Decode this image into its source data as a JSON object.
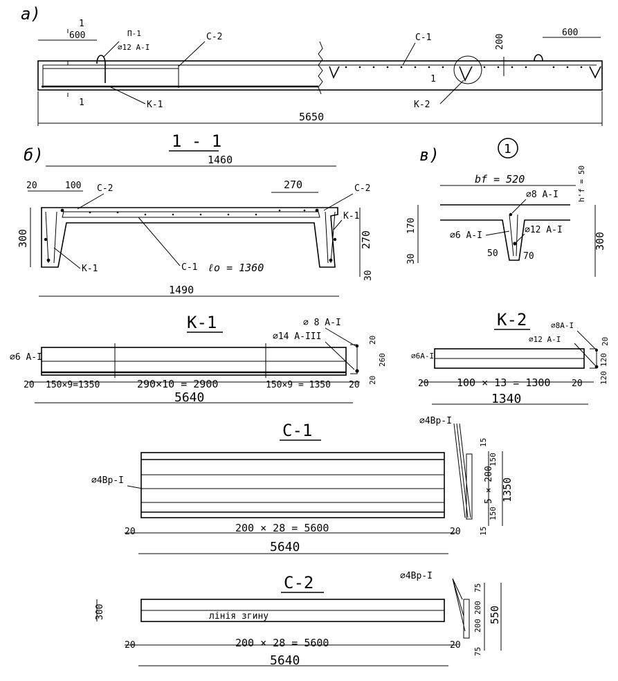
{
  "labels": {
    "a": "а)",
    "b": "б)",
    "v": "в)",
    "sec11": "1 - 1",
    "node1": "1",
    "k1": "К-1",
    "k2": "К-2",
    "c1": "С-1",
    "c2": "С-2"
  },
  "view_a": {
    "dim_total": "5650",
    "dim_600_left": "600",
    "dim_600_right": "600",
    "dim_200": "200",
    "cut_mark": "1",
    "p1": "П-1",
    "p1_bar": "⌀12 А-I",
    "c2": "С-2",
    "c1": "С-1",
    "k1": "К-1",
    "k2": "К-2",
    "node": "1"
  },
  "section_11": {
    "dim_1460": "1460",
    "dim_20": "20",
    "dim_100": "100",
    "dim_270_top": "270",
    "dim_300": "300",
    "dim_270_side": "270",
    "dim_30": "30",
    "dim_1490": "1490",
    "c2_left": "С-2",
    "c2_right": "С-2",
    "k1_right": "К-1",
    "k1_left": "К-1",
    "c1": "С-1",
    "l0": "ℓo = 1360"
  },
  "node_detail": {
    "bf": "bf = 520",
    "hf": "h'f = 50",
    "bar8": "⌀8 А-I",
    "bar6": "⌀6 А-I",
    "bar12": "⌀12 А-I",
    "dim_170": "170",
    "dim_30": "30",
    "dim_50": "50",
    "dim_70": "70",
    "dim_300": "300"
  },
  "k1_cage": {
    "bar6": "⌀6 А-I",
    "bar8": "⌀ 8 А-I",
    "bar14": "⌀14 А-III",
    "seg1": "150×9=1350",
    "seg2": "290×10 = 2900",
    "seg3": "150×9 = 1350",
    "dim_20_left": "20",
    "dim_20_right": "20",
    "total": "5640",
    "h20": "20",
    "h260": "260",
    "h20b": "20"
  },
  "k2_cage": {
    "bar6": "⌀6А-I",
    "bar8": "⌀8А-I",
    "bar12": "⌀12 А-I",
    "seg": "100 × 13 = 1300",
    "dim_20_left": "20",
    "dim_20_right": "20",
    "total": "1340",
    "h20a": "20",
    "h120": "120",
    "h20b": "120"
  },
  "c1_mesh": {
    "bar_top": "⌀4Вр-I",
    "bar_left": "⌀4Вр-I",
    "seg": "200 × 28 = 5600",
    "dim_20_left": "20",
    "dim_20_right": "20",
    "total": "5640",
    "d15a": "15",
    "d150a": "150",
    "d5x200": "5 × 200",
    "d1350": "1350",
    "d150b": "150",
    "d15b": "15"
  },
  "c2_mesh": {
    "bar": "⌀4Вр-I",
    "fold": "лінія згину",
    "dim_300": "300",
    "seg": "200 × 28 = 5600",
    "dim_20_left": "20",
    "dim_20_right": "20",
    "total": "5640",
    "d75a": "75",
    "d200a": "200",
    "d200b": "200",
    "d550": "550",
    "d75b": "75"
  }
}
